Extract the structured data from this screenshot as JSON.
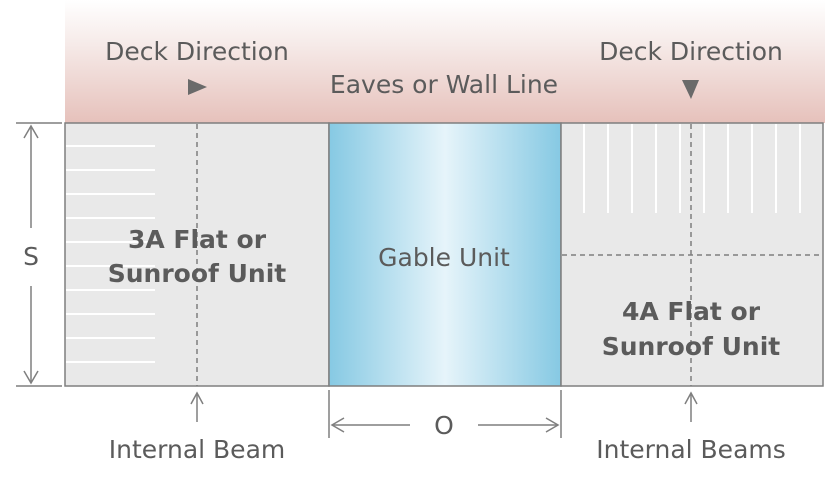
{
  "top": {
    "deck_direction_left": "Deck Direction",
    "deck_direction_right": "Deck Direction",
    "eaves_label": "Eaves or Wall Line"
  },
  "units": {
    "left_line1": "3A Flat or",
    "left_line2": "Sunroof Unit",
    "center": "Gable Unit",
    "right_line1": "4A Flat or",
    "right_line2": "Sunroof Unit"
  },
  "dimensions": {
    "side": "S",
    "opening": "O"
  },
  "bottom": {
    "internal_beam_left": "Internal Beam",
    "internal_beams_right": "Internal Beams"
  },
  "colors": {
    "eaves_gradient_top": "#ffffff",
    "eaves_gradient_bottom": "#e8c4bf",
    "unit_fill": "#e9e9e9",
    "gable_edge": "#8ccbe4",
    "gable_center": "#e4f3fa",
    "outline": "#7f7f7f",
    "text": "#5b5b5b"
  }
}
